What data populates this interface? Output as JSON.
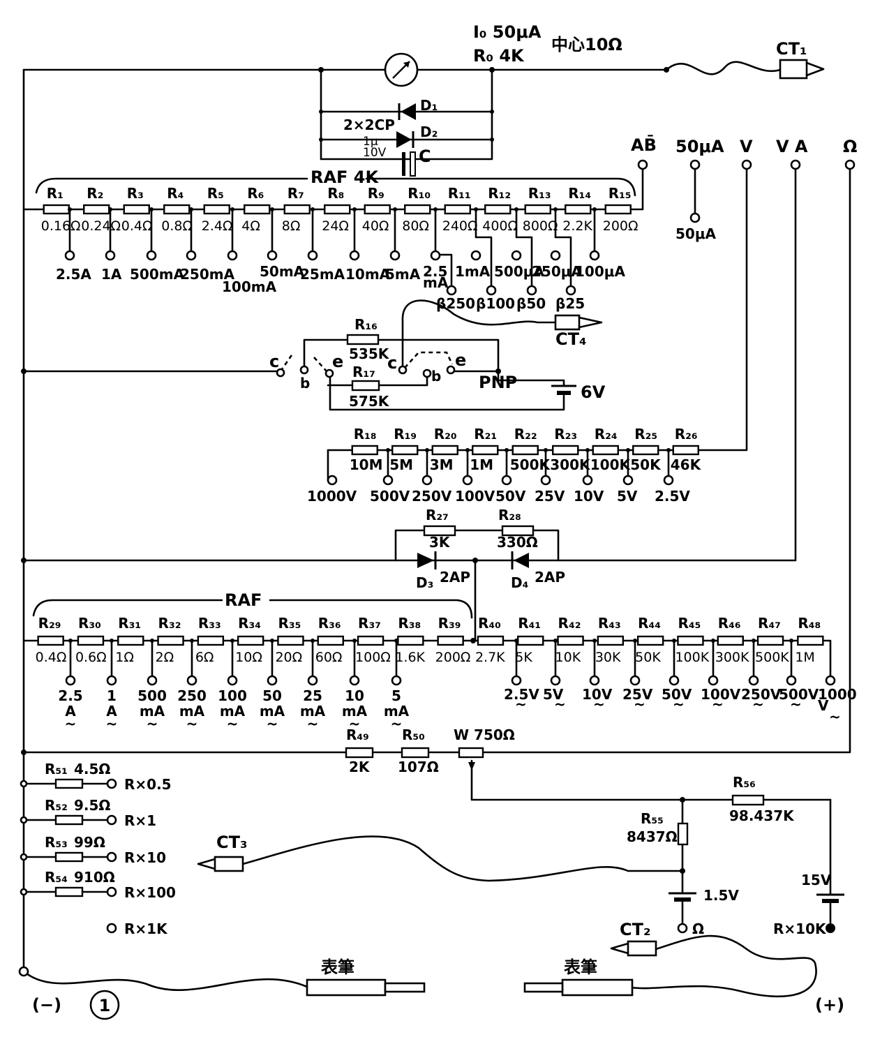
{
  "meter": {
    "io": "I₀ 50μA",
    "ro": "R₀  4K",
    "center": "中心10Ω"
  },
  "probes": {
    "ct1": "CT₁",
    "ct2": "CT₂",
    "ct3": "CT₃",
    "ct4": "CT₄",
    "lead_neg": "表筆",
    "lead_pos": "表筆",
    "neg_mark": "(−)",
    "pos_mark": "(+)",
    "figure": "1"
  },
  "diodes": {
    "d1": "D₁",
    "d2": "D₂",
    "twoX2cp": "2×2CP",
    "c": "C",
    "cap_value": "1μ\n10V"
  },
  "top_terminals": {
    "ab": "AB̄",
    "ua50": "50μA",
    "v": "V",
    "va_ac": "V A",
    "ohm": "Ω",
    "ua50_lower": "50μA"
  },
  "raf4k": "RAF 4K",
  "dc_shunt": {
    "resistors": [
      {
        "name": "R₁",
        "value": "0.16Ω"
      },
      {
        "name": "R₂",
        "value": "0.24Ω"
      },
      {
        "name": "R₃",
        "value": "0.4Ω"
      },
      {
        "name": "R₄",
        "value": "0.8Ω"
      },
      {
        "name": "R₅",
        "value": "2.4Ω"
      },
      {
        "name": "R₆",
        "value": "4Ω"
      },
      {
        "name": "R₇",
        "value": "8Ω"
      },
      {
        "name": "R₈",
        "value": "24Ω"
      },
      {
        "name": "R₉",
        "value": "40Ω"
      },
      {
        "name": "R₁₀",
        "value": "80Ω"
      },
      {
        "name": "R₁₁",
        "value": "240Ω"
      },
      {
        "name": "R₁₂",
        "value": "400Ω"
      },
      {
        "name": "R₁₃",
        "value": "800Ω"
      },
      {
        "name": "R₁₄",
        "value": "2.2K"
      },
      {
        "name": "R₁₅",
        "value": "200Ω"
      }
    ],
    "ranges": [
      "2.5A",
      "1A",
      "500mA",
      "250mA",
      "100mA",
      "50mA",
      "25mA",
      "10mA",
      "5mA",
      "2.5\nmA",
      "1mA",
      "500μA",
      "250μA",
      "100μA"
    ],
    "beta": [
      "β250",
      "β100",
      "β50",
      "β25"
    ]
  },
  "transistor": {
    "r16": "R₁₆",
    "r16v": "535K",
    "r17": "R₁₇",
    "r17v": "575K",
    "c": "c",
    "b": "b",
    "e": "e",
    "c2": "c",
    "b2": "b",
    "e2": "e",
    "pnp": "PNP",
    "battery": "6V"
  },
  "dc_volt": {
    "resistors": [
      {
        "name": "R₁₈",
        "value": "10M"
      },
      {
        "name": "R₁₉",
        "value": "5M"
      },
      {
        "name": "R₂₀",
        "value": "3M"
      },
      {
        "name": "R₂₁",
        "value": "1M"
      },
      {
        "name": "R₂₂",
        "value": "500K"
      },
      {
        "name": "R₂₃",
        "value": "300K"
      },
      {
        "name": "R₂₄",
        "value": "100K"
      },
      {
        "name": "R₂₅",
        "value": "50K"
      },
      {
        "name": "R₂₆",
        "value": "46K"
      }
    ],
    "ranges": [
      "1000V",
      "500V",
      "250V",
      "100V",
      "50V",
      "25V",
      "10V",
      "5V",
      "2.5V"
    ]
  },
  "rectifier": {
    "r27": "R₂₇",
    "r27v": "3K",
    "r28": "R₂₈",
    "r28v": "330Ω",
    "d3": "D₃",
    "d3t": "2AP",
    "d4": "D₄",
    "d4t": "2AP"
  },
  "raf": "RAF",
  "ac": {
    "resistors": [
      {
        "name": "R₂₉",
        "value": "0.4Ω"
      },
      {
        "name": "R₃₀",
        "value": "0.6Ω"
      },
      {
        "name": "R₃₁",
        "value": "1Ω"
      },
      {
        "name": "R₃₂",
        "value": "2Ω"
      },
      {
        "name": "R₃₃",
        "value": "6Ω"
      },
      {
        "name": "R₃₄",
        "value": "10Ω"
      },
      {
        "name": "R₃₅",
        "value": "20Ω"
      },
      {
        "name": "R₃₆",
        "value": "60Ω"
      },
      {
        "name": "R₃₇",
        "value": "100Ω"
      },
      {
        "name": "R₃₈",
        "value": "1.6K"
      },
      {
        "name": "R₃₉",
        "value": "200Ω"
      },
      {
        "name": "R₄₀",
        "value": "2.7K"
      },
      {
        "name": "R₄₁",
        "value": "5K"
      },
      {
        "name": "R₄₂",
        "value": "10K"
      },
      {
        "name": "R₄₃",
        "value": "30K"
      },
      {
        "name": "R₄₄",
        "value": "50K"
      },
      {
        "name": "R₄₅",
        "value": "100K"
      },
      {
        "name": "R₄₆",
        "value": "300K"
      },
      {
        "name": "R₄₇",
        "value": "500K"
      },
      {
        "name": "R₄₈",
        "value": "1M"
      }
    ],
    "current_ranges": [
      {
        "n": "2.5",
        "u": "A"
      },
      {
        "n": "1",
        "u": "A"
      },
      {
        "n": "500",
        "u": "mA"
      },
      {
        "n": "250",
        "u": "mA"
      },
      {
        "n": "100",
        "u": "mA"
      },
      {
        "n": "50",
        "u": "mA"
      },
      {
        "n": "25",
        "u": "mA"
      },
      {
        "n": "10",
        "u": "mA"
      },
      {
        "n": "5",
        "u": "mA"
      }
    ],
    "volt_ranges": [
      "2.5V",
      "5V",
      "10V",
      "25V",
      "50V",
      "100V",
      "250V",
      "500V",
      "1000\nV"
    ]
  },
  "ohm": {
    "r49": "R₄₉",
    "r49v": "2K",
    "r50": "R₅₀",
    "r50v": "107Ω",
    "w": "W 750Ω",
    "rows": [
      {
        "name": "R₅₁",
        "value": "4.5Ω",
        "range": "R×0.5"
      },
      {
        "name": "R₅₂",
        "value": "9.5Ω",
        "range": "R×1"
      },
      {
        "name": "R₅₃",
        "value": "99Ω",
        "range": "R×10"
      },
      {
        "name": "R₅₄",
        "value": "910Ω",
        "range": "R×100"
      }
    ],
    "rx1k": "R×1K",
    "r55": "R₅₅",
    "r55v": "8437Ω",
    "r56": "R₅₆",
    "r56v": "98.437K",
    "bat1": "1.5V",
    "bat2": "15V",
    "ohm_term": "Ω",
    "rx10k": "R×10K"
  }
}
